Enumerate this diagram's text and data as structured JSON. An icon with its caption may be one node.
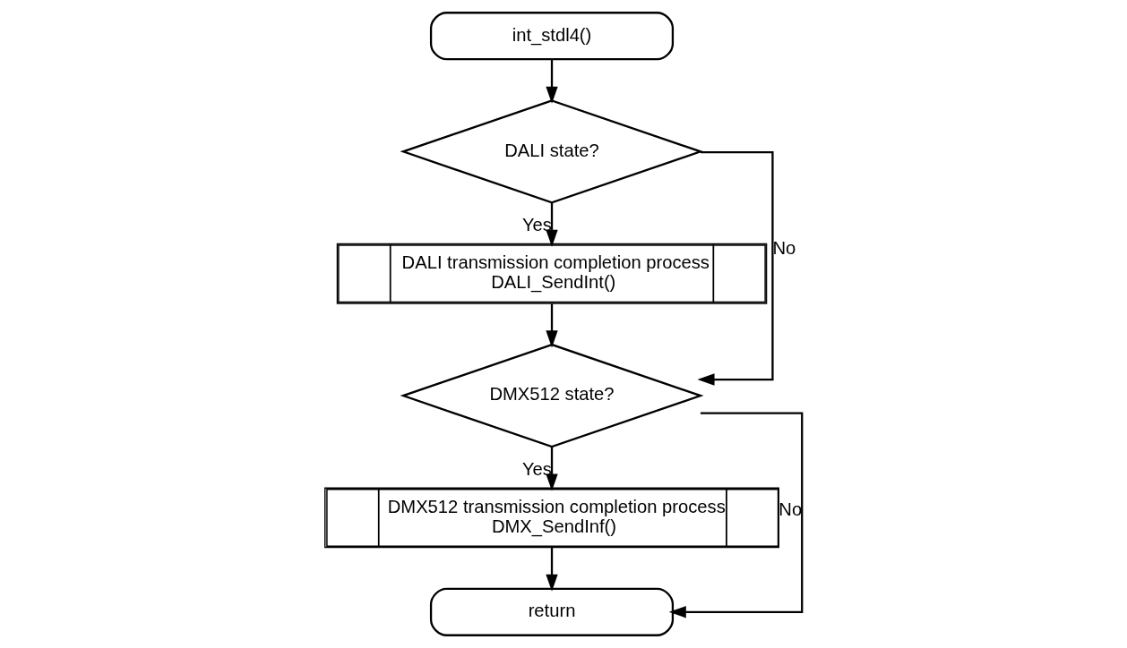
{
  "diagram": {
    "nodes": [
      {
        "text": [
          "int_stdl4()"
        ]
      },
      {
        "text": [
          "DALI state?"
        ]
      },
      {
        "text": [
          "DALI transmission completion process",
          "DALI_SendInt()"
        ]
      },
      {
        "text": [
          "DMX512 state?"
        ]
      },
      {
        "text": [
          "DMX512 transmission completion process",
          "DMX_SendInf()"
        ]
      },
      {
        "text": [
          "return"
        ]
      }
    ],
    "edges": [
      {
        "from": 0,
        "to": 1,
        "arrow": "to"
      },
      {
        "from": 1,
        "to": 2,
        "arrow": "to",
        "label": "Yes"
      },
      {
        "from": 1,
        "to": 3,
        "arrow": "to",
        "label": "No"
      },
      {
        "from": 2,
        "to": 3,
        "arrow": "to"
      },
      {
        "from": 3,
        "to": 4,
        "arrow": "to",
        "label": "Yes"
      },
      {
        "from": 3,
        "to": 5,
        "arrow": "to",
        "label": "No"
      },
      {
        "from": 4,
        "to": 5,
        "arrow": "to"
      }
    ]
  }
}
